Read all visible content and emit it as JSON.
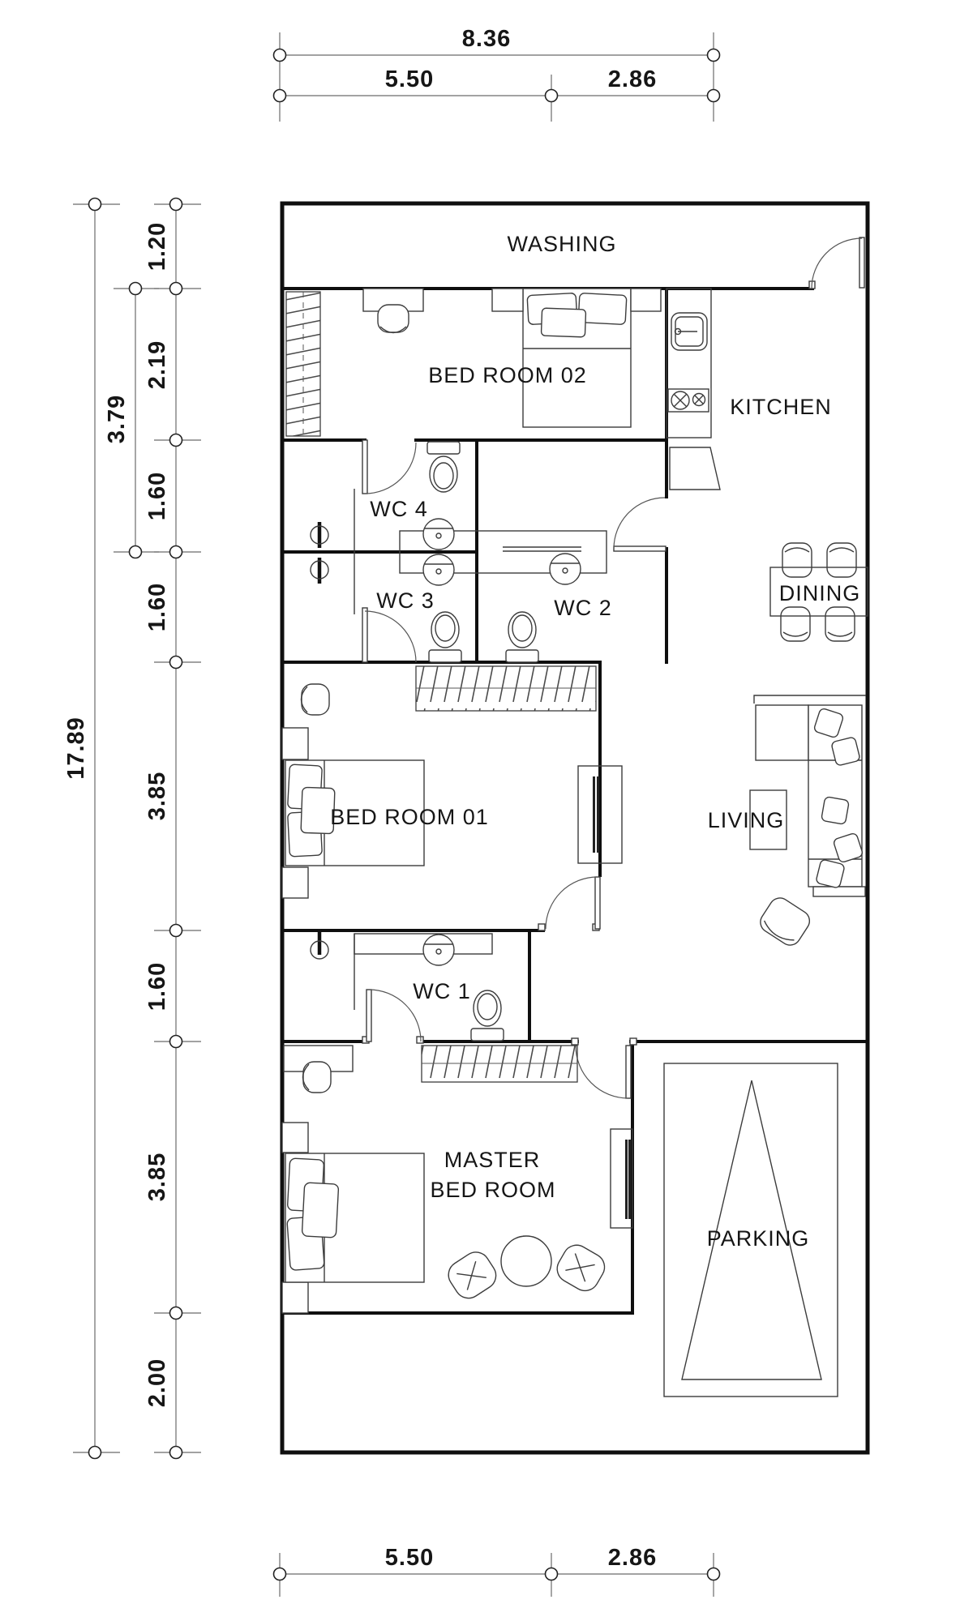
{
  "rooms": {
    "washing": {
      "label": "WASHING"
    },
    "bedroom02": {
      "label": "BED ROOM 02"
    },
    "kitchen": {
      "label": "KITCHEN"
    },
    "wc4": {
      "label": "WC 4"
    },
    "wc3": {
      "label": "WC 3"
    },
    "wc2": {
      "label": "WC 2"
    },
    "dining": {
      "label": "DINING"
    },
    "bedroom01": {
      "label": "BED ROOM 01"
    },
    "living": {
      "label": "LIVING"
    },
    "wc1": {
      "label": "WC 1"
    },
    "master": {
      "label_line1": "MASTER",
      "label_line2": "BED ROOM"
    },
    "parking": {
      "label": "PARKING"
    }
  },
  "dimensions": {
    "top": {
      "total": "8.36",
      "segments": [
        "5.50",
        "2.86"
      ]
    },
    "bottom": {
      "segments": [
        "5.50",
        "2.86"
      ]
    },
    "left": {
      "total": "17.89",
      "sub": "3.79",
      "segments": [
        "1.20",
        "2.19",
        "1.60",
        "1.60",
        "3.85",
        "1.60",
        "3.85",
        "2.00"
      ]
    }
  },
  "colors": {
    "wall": "#0f0f0f",
    "line": "#3c3c3c",
    "dim": "#6b6b6b",
    "text": "#161616"
  }
}
